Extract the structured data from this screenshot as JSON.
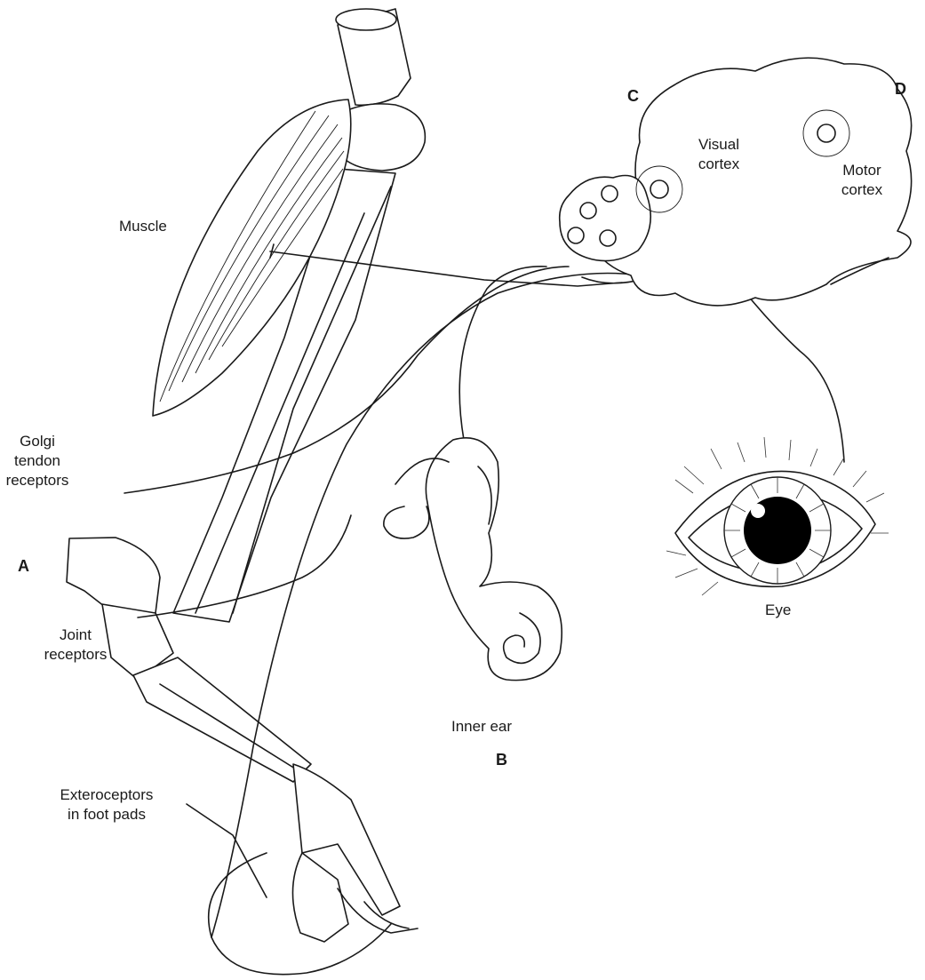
{
  "labels": {
    "muscle": "Muscle",
    "golgi_1": "Golgi",
    "golgi_2": "tendon",
    "golgi_3": "receptors",
    "joint_1": "Joint",
    "joint_2": "receptors",
    "extero_1": "Exteroceptors",
    "extero_2": "in foot pads",
    "inner_ear": "Inner ear",
    "eye": "Eye",
    "visual_1": "Visual",
    "visual_2": "cortex",
    "motor_1": "Motor",
    "motor_2": "cortex"
  },
  "panel_letters": {
    "a": "A",
    "b": "B",
    "c": "C",
    "d": "D"
  }
}
